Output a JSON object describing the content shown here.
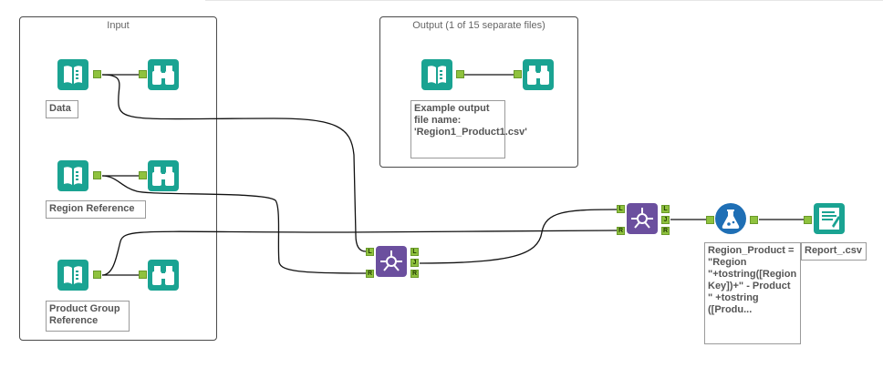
{
  "containers": {
    "input": {
      "title": "Input"
    },
    "output": {
      "title": "Output (1 of 15 separate files)"
    }
  },
  "annotations": {
    "data": "Data",
    "region_reference": "Region Reference",
    "product_group_reference": "Product Group Reference",
    "example_output": "Example output file name: 'Region1_Product1.csv'",
    "formula": "Region_Product = \"Region \"+tostring([Region Key])+\" - Product \" +tostring ([Produ...",
    "report": "Report_.csv"
  },
  "anchors": {
    "left": "L",
    "join": "J",
    "right": "R"
  },
  "icons": {
    "input_tool": "book-input-icon",
    "browse_tool": "binoculars-browse-icon",
    "join_tool": "join-icon",
    "formula_tool": "flask-formula-icon",
    "output_tool": "document-output-icon"
  },
  "colors": {
    "input_tool": "#1aa392",
    "browse_tool": "#1aa392",
    "join_tool": "#6b4f9e",
    "formula_tool": "#1f6fb5",
    "output_tool": "#1aa392",
    "anchor": "#8fc23e"
  }
}
